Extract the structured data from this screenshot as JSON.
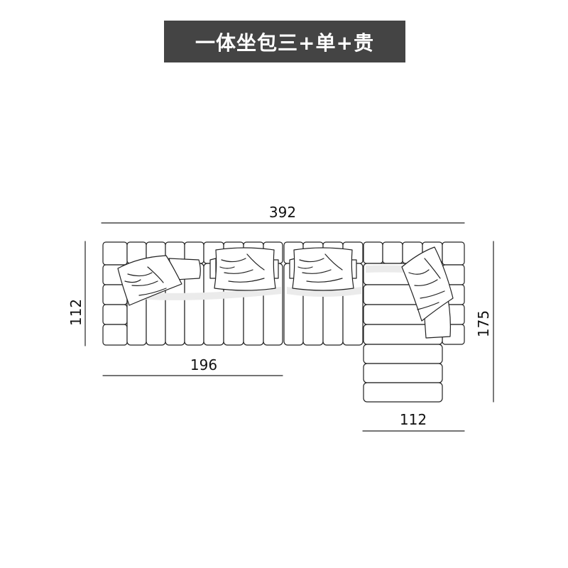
{
  "title": "一体坐包三+单+贵",
  "dimensions": {
    "total_width": "392",
    "left_depth": "112",
    "three_seat_width": "196",
    "chaise_width": "112",
    "chaise_length": "175"
  },
  "colors": {
    "title_bg": "#444444",
    "title_text": "#ffffff",
    "line": "#222222",
    "shade": "#e9e9e9"
  }
}
